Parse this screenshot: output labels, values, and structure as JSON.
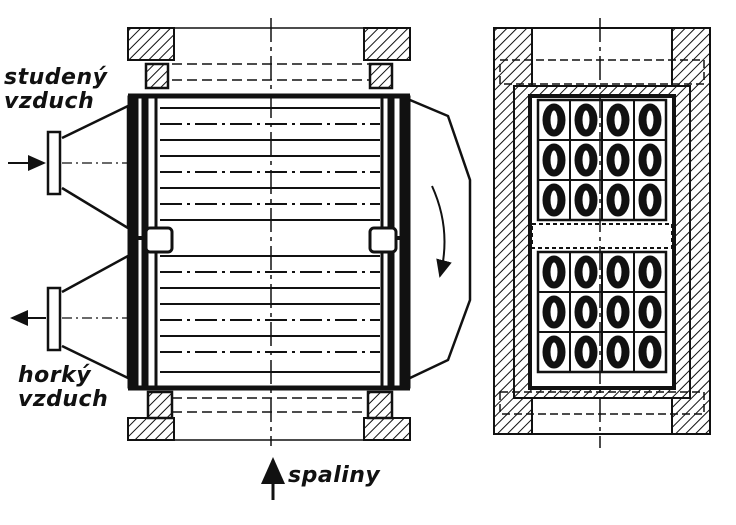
{
  "labels": {
    "cold_air_line1": "studený",
    "cold_air_line2": "vzduch",
    "hot_air_line1": "horký",
    "hot_air_line2": "vzduch",
    "flue_gas": "spaliny"
  },
  "colors": {
    "ink": "#111111",
    "paper": "#ffffff"
  }
}
